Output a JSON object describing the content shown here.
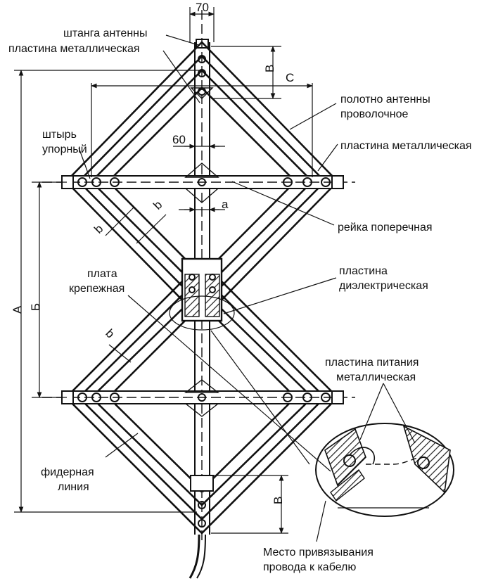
{
  "labels": {
    "shtanga": "штанга антенны",
    "plastina_top": "пластина металлическая",
    "polotno_1": "полотно антенны",
    "polotno_2": "проволочное",
    "shtyr_1": "штырь",
    "shtyr_2": "упорный",
    "plastina_right": "пластина металлическая",
    "reyka": "рейка поперечная",
    "plata_1": "плата",
    "plata_2": "крепежная",
    "dielectric_1": "пластина",
    "dielectric_2": "диэлектрическая",
    "pitanie_1": "пластина питания",
    "pitanie_2": "металлическая",
    "fider_1": "фидерная",
    "fider_2": "линия",
    "mesto_1": "Место привязывания",
    "mesto_2": "провода к кабелю"
  },
  "dimensions": {
    "d70": "70",
    "d60": "60",
    "dB_top": "В",
    "dC": "С",
    "dA": "А",
    "dB_mid": "Б",
    "da": "а",
    "db1": "b",
    "db2": "b",
    "db3": "b",
    "dB_bottom": "В"
  },
  "colors": {
    "ink": "#111111",
    "paper": "#ffffff",
    "hatch": "#222222"
  }
}
